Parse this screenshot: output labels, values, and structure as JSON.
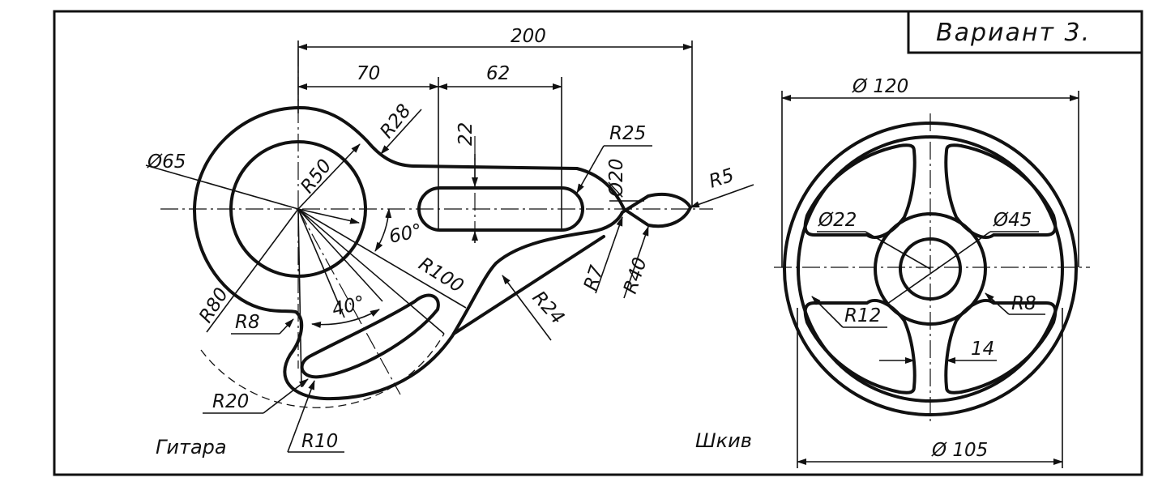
{
  "sheet": {
    "title": "Вариант 3."
  },
  "guitar": {
    "caption": "Гитара",
    "dims": {
      "d200": "200",
      "d70": "70",
      "d62": "62",
      "d22": "22",
      "r28": "R28",
      "r25": "R25",
      "r5": "R5",
      "phi65": "Ø65",
      "r50": "R50",
      "phi20": "Ø20",
      "a60": "60°",
      "r100": "R100",
      "a40": "40°",
      "r24": "R24",
      "r7": "R7",
      "r40": "R40",
      "r80": "R80",
      "r8": "R8",
      "r20": "R20",
      "r10": "R10"
    }
  },
  "pulley": {
    "caption": "Шкив",
    "dims": {
      "phi120": "Ø 120",
      "phi22": "Ø22",
      "phi45": "Ø45",
      "r12": "R12",
      "r8": "R8",
      "d14": "14",
      "phi105": "Ø 105"
    }
  },
  "colors": {
    "ink": "#111111",
    "paper": "#ffffff"
  }
}
